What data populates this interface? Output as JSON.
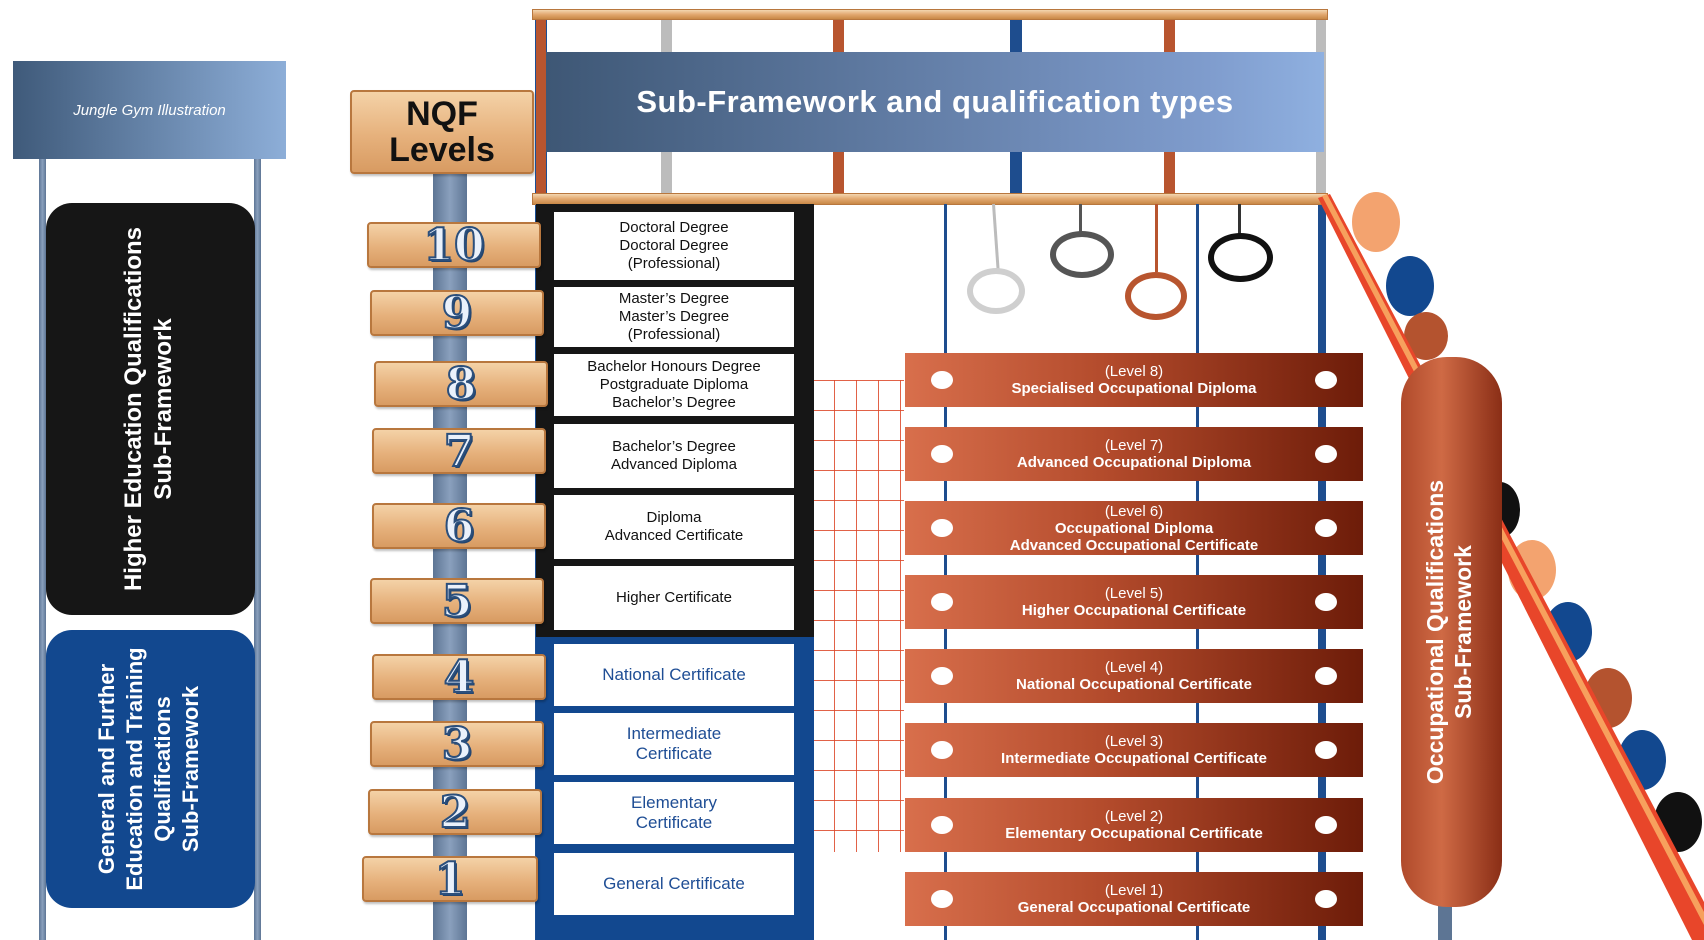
{
  "legend": {
    "title": "Jungle Gym Illustration"
  },
  "sidebar": {
    "higher_education": [
      "Higher Education Qualifications",
      "Sub-Framework"
    ],
    "gfet": [
      "General and Further",
      "Education and Training",
      "Qualifications",
      "Sub-Framework"
    ]
  },
  "nqf_title": [
    "NQF",
    "Levels"
  ],
  "banner_title": "Sub-Framework and qualification types",
  "levels": [
    {
      "level": "10",
      "qualifications": [
        "Doctoral Degree",
        "Doctoral Degree",
        "(Professional)"
      ]
    },
    {
      "level": "9",
      "qualifications": [
        "Master’s Degree",
        "Master’s Degree",
        "(Professional)"
      ]
    },
    {
      "level": "8",
      "qualifications": [
        "Bachelor Honours Degree",
        "Postgraduate Diploma",
        "Bachelor’s Degree"
      ]
    },
    {
      "level": "7",
      "qualifications": [
        "Bachelor’s Degree",
        "Advanced Diploma"
      ]
    },
    {
      "level": "6",
      "qualifications": [
        "Diploma",
        "Advanced Certificate"
      ]
    },
    {
      "level": "5",
      "qualifications": [
        "Higher Certificate"
      ]
    },
    {
      "level": "4",
      "qualifications": [
        "National Certificate"
      ]
    },
    {
      "level": "3",
      "qualifications": [
        "Intermediate",
        "Certificate"
      ]
    },
    {
      "level": "2",
      "qualifications": [
        "Elementary",
        "Certificate"
      ]
    },
    {
      "level": "1",
      "qualifications": [
        "General Certificate"
      ]
    }
  ],
  "occupational": [
    {
      "level_text": "(Level  8)",
      "names": [
        "Specialised Occupational Diploma"
      ]
    },
    {
      "level_text": "(Level 7)",
      "names": [
        "Advanced Occupational Diploma"
      ]
    },
    {
      "level_text": "(Level 6)",
      "names": [
        "Occupational Diploma",
        "Advanced Occupational Certificate"
      ]
    },
    {
      "level_text": "(Level 5)",
      "names": [
        "Higher Occupational Certificate"
      ]
    },
    {
      "level_text": "(Level 4)",
      "names": [
        "National Occupational Certificate"
      ]
    },
    {
      "level_text": "(Level 3)",
      "names": [
        "Intermediate Occupational Certificate"
      ]
    },
    {
      "level_text": "(Level 2)",
      "names": [
        "Elementary Occupational Certificate"
      ]
    },
    {
      "level_text": "(Level 1)",
      "names": [
        "General Occupational Certificate"
      ]
    }
  ],
  "occupational_pillar": [
    "Occupational Qualifications",
    "Sub-Framework"
  ],
  "colors": {
    "navy": "#12488f",
    "black": "#161616",
    "rust": "#b24a2b",
    "wood": "#e6b17c"
  }
}
